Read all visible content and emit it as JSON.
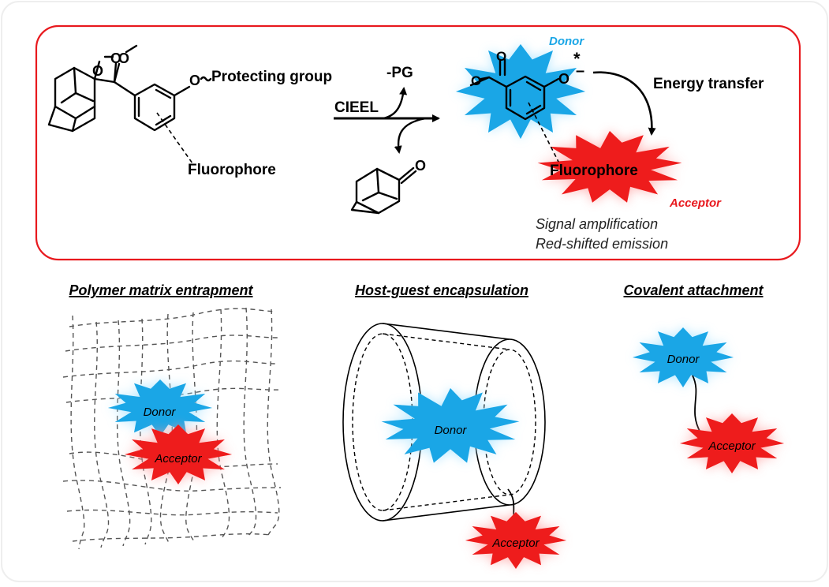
{
  "mechanism": {
    "reactant_substituent_o": "O",
    "reactant_peroxide_o1": "O",
    "reactant_peroxide_o2": "O",
    "reactant_methoxy_o": "O",
    "protecting_group": "Protecting group",
    "fluorophore_label": "Fluorophore",
    "cieel": "CIEEL",
    "minus_pg": "-PG",
    "ketone_o": "O",
    "donor_label": "Donor",
    "excited_star": "*",
    "phenolate_o": "O",
    "minus_sign": "–",
    "ester_o_top": "O",
    "ester_o_side": "O",
    "energy_transfer": "Energy transfer",
    "product_fluorophore": "Fluorophore",
    "acceptor_label": "Acceptor",
    "benefit_1": "Signal amplification",
    "benefit_2": "Red-shifted emission"
  },
  "strategies": [
    {
      "title": "Polymer matrix entrapment",
      "donor": "Donor",
      "acceptor": "Acceptor"
    },
    {
      "title": "Host-guest encapsulation",
      "donor": "Donor",
      "acceptor": "Acceptor"
    },
    {
      "title": "Covalent attachment",
      "donor": "Donor",
      "acceptor": "Acceptor"
    }
  ],
  "colors": {
    "frame": "#e8191e",
    "donor": "#1aa6e6",
    "donor_glow": "#9ee0ff",
    "acceptor": "#ee1c1c",
    "acceptor_glow": "#ff9a9a",
    "donor_text": "#1aa6e6",
    "acceptor_text": "#e8191e"
  }
}
